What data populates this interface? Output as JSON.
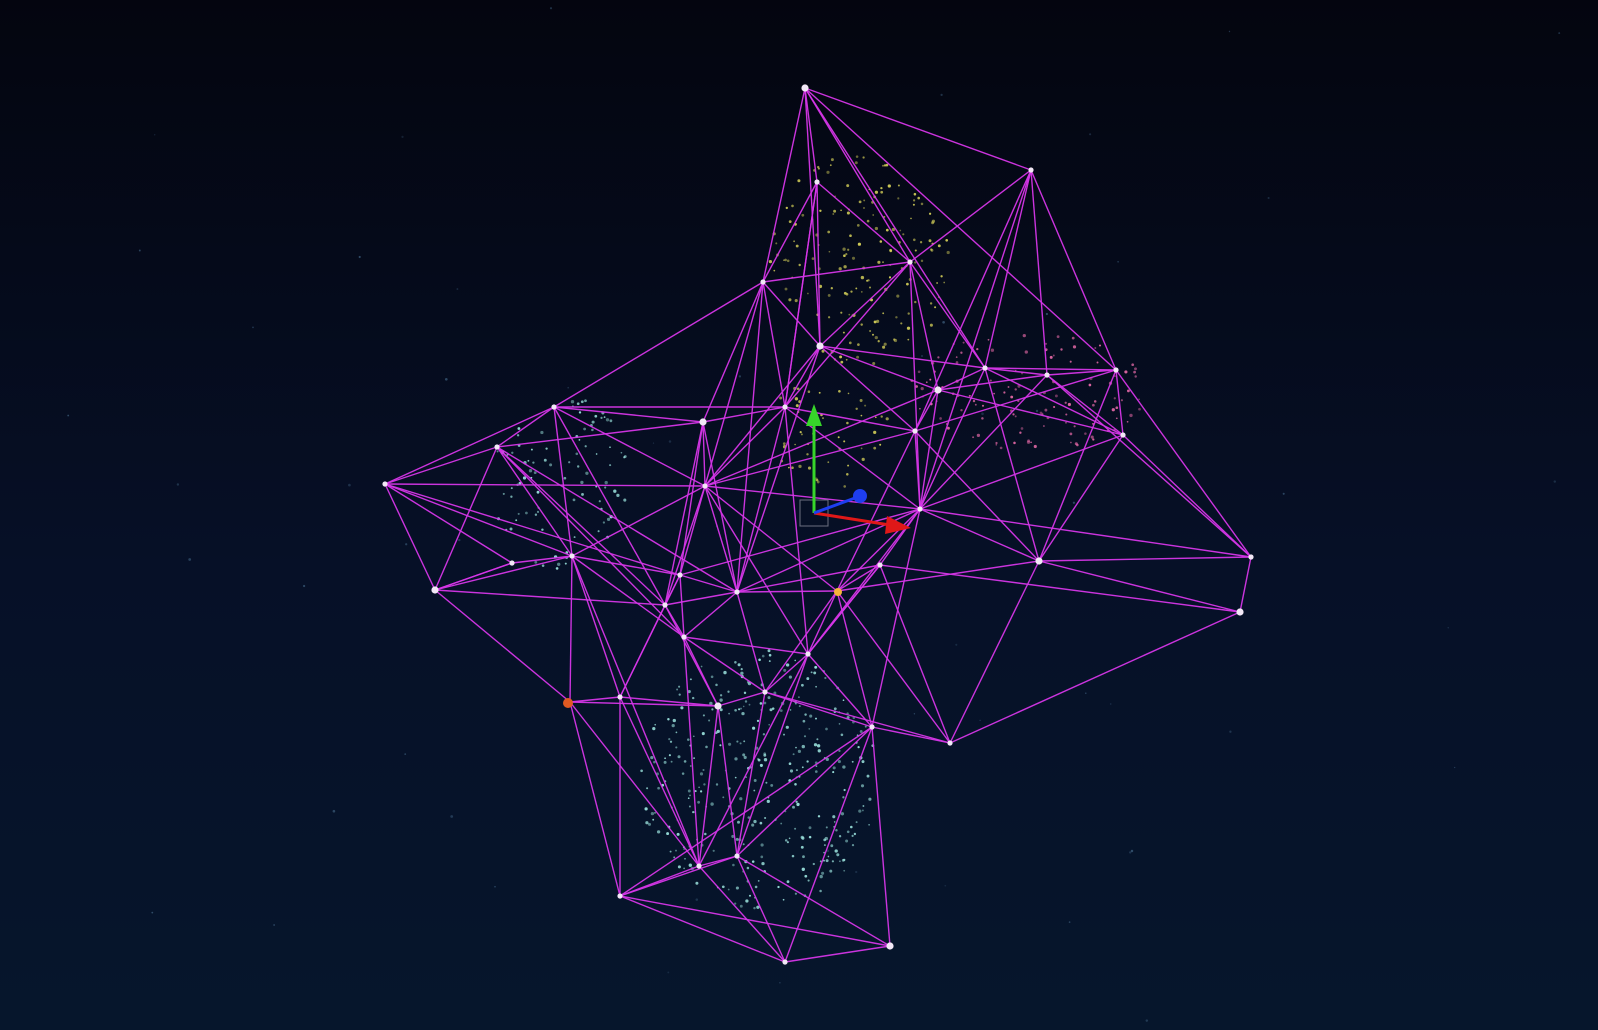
{
  "viewport": {
    "background_top": "#04050f",
    "background_bottom": "#06162c"
  },
  "graph": {
    "edge_color": "#d636e8",
    "node_color": "#f2e8f6"
  },
  "point_clusters": [
    {
      "name": "yellow-cluster",
      "color": "#d9d45a"
    },
    {
      "name": "cyan-cluster",
      "color": "#9de6e0"
    },
    {
      "name": "pink-cluster",
      "color": "#e86aa8"
    }
  ],
  "gizmo": {
    "x_axis_color": "#e01818",
    "y_axis_color": "#37d62a",
    "z_axis_color": "#1e3ef0"
  }
}
